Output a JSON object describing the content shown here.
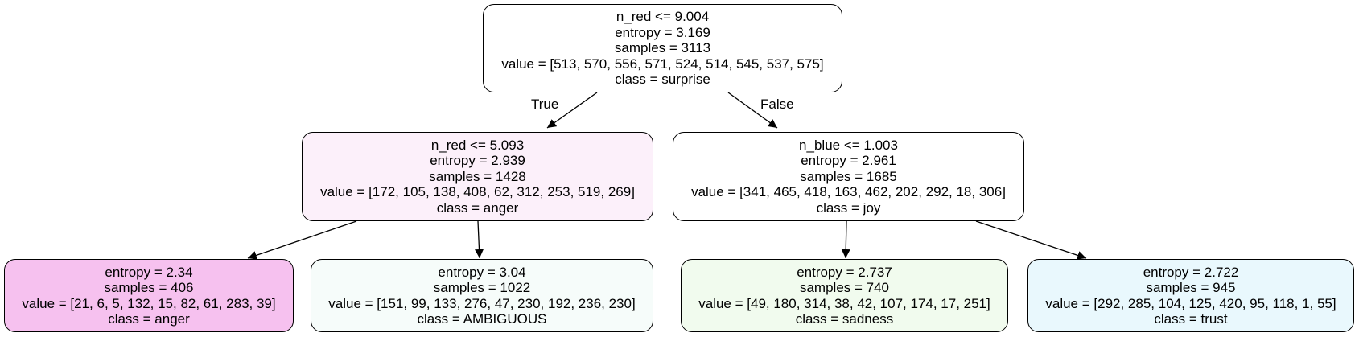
{
  "tree": {
    "nodes": [
      {
        "id": "root",
        "lines": [
          "n_red <= 9.004",
          "entropy = 3.169",
          "samples = 3113",
          "value = [513, 570, 556, 571, 524, 514, 545, 537, 575]",
          "class = surprise"
        ],
        "fill": "#ffffff"
      },
      {
        "id": "left",
        "lines": [
          "n_red <= 5.093",
          "entropy = 2.939",
          "samples = 1428",
          "value = [172, 105, 138, 408, 62, 312, 253, 519, 269]",
          "class = anger"
        ],
        "fill": "#fcf0fa"
      },
      {
        "id": "right",
        "lines": [
          "n_blue <= 1.003",
          "entropy = 2.961",
          "samples = 1685",
          "value = [341, 465, 418, 163, 462, 202, 292, 18, 306]",
          "class = joy"
        ],
        "fill": "#ffffff"
      },
      {
        "id": "ll",
        "lines": [
          "entropy = 2.34",
          "samples = 406",
          "value = [21, 6, 5, 132, 15, 82, 61, 283, 39]",
          "class = anger"
        ],
        "fill": "#f6c1ef"
      },
      {
        "id": "lr",
        "lines": [
          "entropy = 3.04",
          "samples = 1022",
          "value = [151, 99, 133, 276, 47, 230, 192, 236, 230]",
          "class = AMBIGUOUS"
        ],
        "fill": "#f6fcfa"
      },
      {
        "id": "rl",
        "lines": [
          "entropy = 2.737",
          "samples = 740",
          "value = [49, 180, 314, 38, 42, 107, 174, 17, 251]",
          "class = sadness"
        ],
        "fill": "#f1fbee"
      },
      {
        "id": "rr",
        "lines": [
          "entropy = 2.722",
          "samples = 945",
          "value = [292, 285, 104, 125, 420, 95, 118, 1, 55]",
          "class = trust"
        ],
        "fill": "#e9f8fd"
      }
    ],
    "edges": [
      {
        "from": "root",
        "to": "left",
        "label": "True"
      },
      {
        "from": "root",
        "to": "right",
        "label": "False"
      },
      {
        "from": "left",
        "to": "ll",
        "label": ""
      },
      {
        "from": "left",
        "to": "lr",
        "label": ""
      },
      {
        "from": "right",
        "to": "rl",
        "label": ""
      },
      {
        "from": "right",
        "to": "rr",
        "label": ""
      }
    ]
  }
}
